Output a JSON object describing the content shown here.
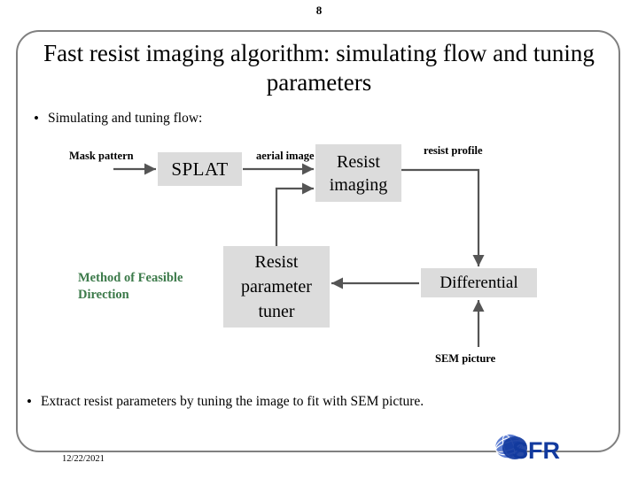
{
  "slide": {
    "page_number": "8",
    "title": "Fast resist imaging algorithm: simulating flow and tuning parameters",
    "bullets": [
      {
        "marker": "•",
        "text": "Simulating and tuning flow:"
      },
      {
        "marker": "•",
        "text": "Extract resist parameters by tuning the image to fit with SEM picture."
      }
    ],
    "footer_date": "12/22/2021",
    "logo_text": "SFR"
  },
  "diagram": {
    "nodes": [
      {
        "id": "splat",
        "label": "SPLAT"
      },
      {
        "id": "resist-imaging",
        "label": "Resist imaging"
      },
      {
        "id": "tuner",
        "label": "Resist parameter tuner"
      },
      {
        "id": "differential",
        "label": "Differential"
      }
    ],
    "labels": [
      {
        "id": "mask-pattern",
        "text": "Mask pattern"
      },
      {
        "id": "aerial-image",
        "text": "aerial image"
      },
      {
        "id": "resist-profile",
        "text": "resist profile"
      },
      {
        "id": "sem-picture",
        "text": "SEM picture"
      },
      {
        "id": "method-of-feasible-direction",
        "text": "Method of Feasible Direction"
      }
    ],
    "colors": {
      "node_fill": "#dcdcdc",
      "connector": "#555555",
      "frame_border": "#808080",
      "accent_green": "#3c7a4a",
      "logo_blue": "#1a3ea8"
    }
  }
}
